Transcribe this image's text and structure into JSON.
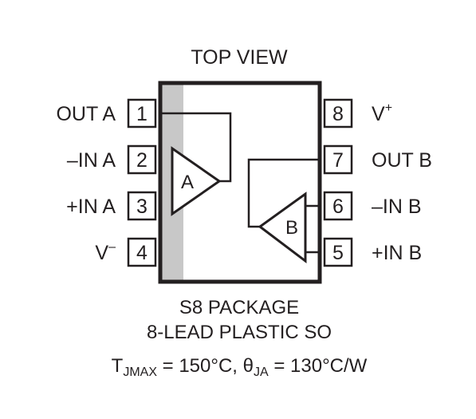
{
  "header": {
    "title": "TOP VIEW"
  },
  "pins_left": [
    {
      "num": "1",
      "label": "OUT A"
    },
    {
      "num": "2",
      "label": "–IN A"
    },
    {
      "num": "3",
      "label": "+IN A"
    },
    {
      "num": "4",
      "label": "V",
      "sup": "–"
    }
  ],
  "pins_right": [
    {
      "num": "8",
      "label": "V",
      "sup": "+"
    },
    {
      "num": "7",
      "label": "OUT B"
    },
    {
      "num": "6",
      "label": "–IN B"
    },
    {
      "num": "5",
      "label": "+IN B"
    }
  ],
  "amps": {
    "a": "A",
    "b": "B"
  },
  "footer": {
    "line1": "S8 PACKAGE",
    "line2": "8-LEAD PLASTIC SO",
    "thermal": {
      "t": "T",
      "t_sub": "JMAX",
      "t_val": " = 150°C, ",
      "theta": "θ",
      "theta_sub": "JA",
      "theta_val": " = 130°C/W"
    }
  },
  "colors": {
    "ink": "#231f20",
    "stripe": "#c8c8c8",
    "background": "#ffffff"
  }
}
